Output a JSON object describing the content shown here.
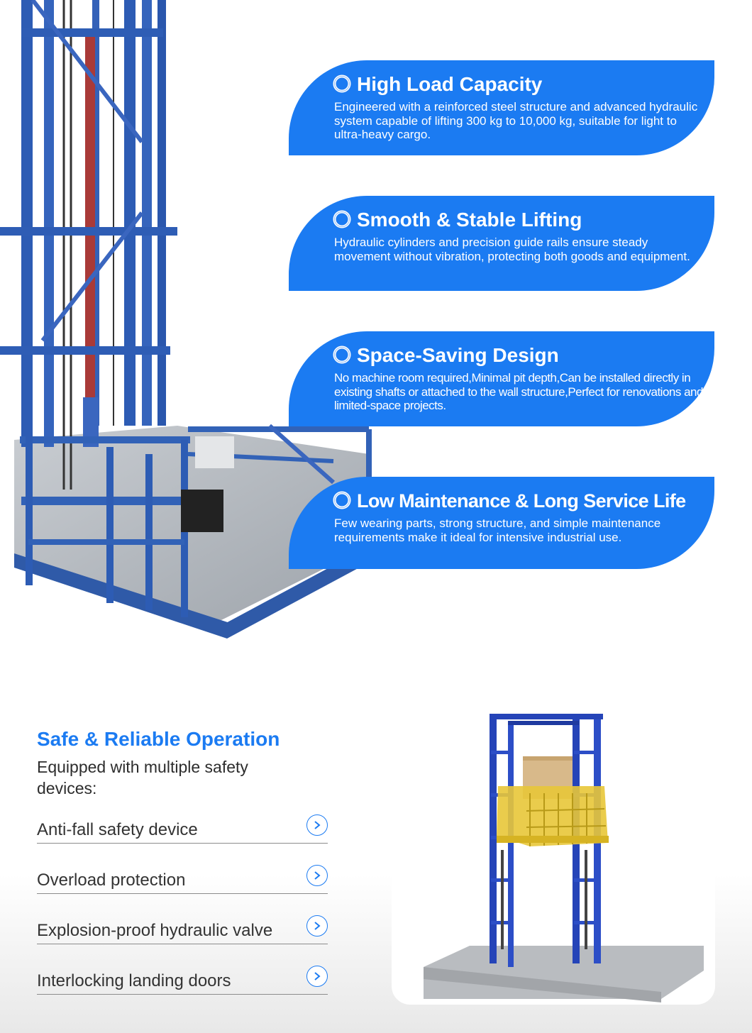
{
  "features": [
    {
      "title": "High Load Capacity",
      "description": "Engineered with a reinforced steel structure and advanced hydraulic system capable of lifting 300 kg to 10,000 kg, suitable for light to ultra-heavy cargo."
    },
    {
      "title": "Smooth & Stable Lifting",
      "description": "Hydraulic cylinders and precision guide rails ensure steady movement without vibration, protecting both goods and equipment."
    },
    {
      "title": "Space-Saving Design",
      "description": "No machine room required,Minimal pit depth,Can be installed directly in existing shafts or attached to the wall structure,Perfect for renovations and limited-space projects."
    },
    {
      "title": "Low Maintenance & Long Service Life",
      "description": "Few wearing parts, strong structure, and simple maintenance requirements make it ideal for intensive industrial use."
    }
  ],
  "safety": {
    "heading": "Safe & Reliable Operation",
    "subheading": "Equipped with multiple safety devices:",
    "items": [
      {
        "label": "Anti-fall safety device"
      },
      {
        "label": "Overload protection"
      },
      {
        "label": "Explosion-proof hydraulic valve"
      },
      {
        "label": "Interlocking landing doors"
      }
    ]
  },
  "colors": {
    "accent": "#1b7bf2",
    "frame_blue": "#2450b8",
    "platform_yellow": "#e8c638"
  }
}
